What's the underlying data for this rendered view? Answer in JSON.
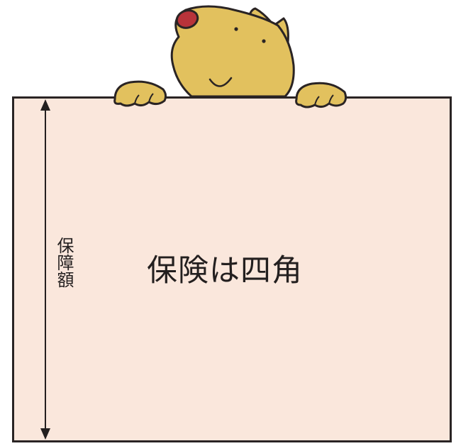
{
  "diagram": {
    "main_label": "保険は四角",
    "axis_label": "保障額"
  },
  "colors": {
    "board_fill": "#fae7dc",
    "outline": "#2a2424",
    "dog_fur": "#e2c15e",
    "dog_nose": "#b8333a"
  },
  "illustration": {
    "character": "dog-peeking-over-board"
  }
}
